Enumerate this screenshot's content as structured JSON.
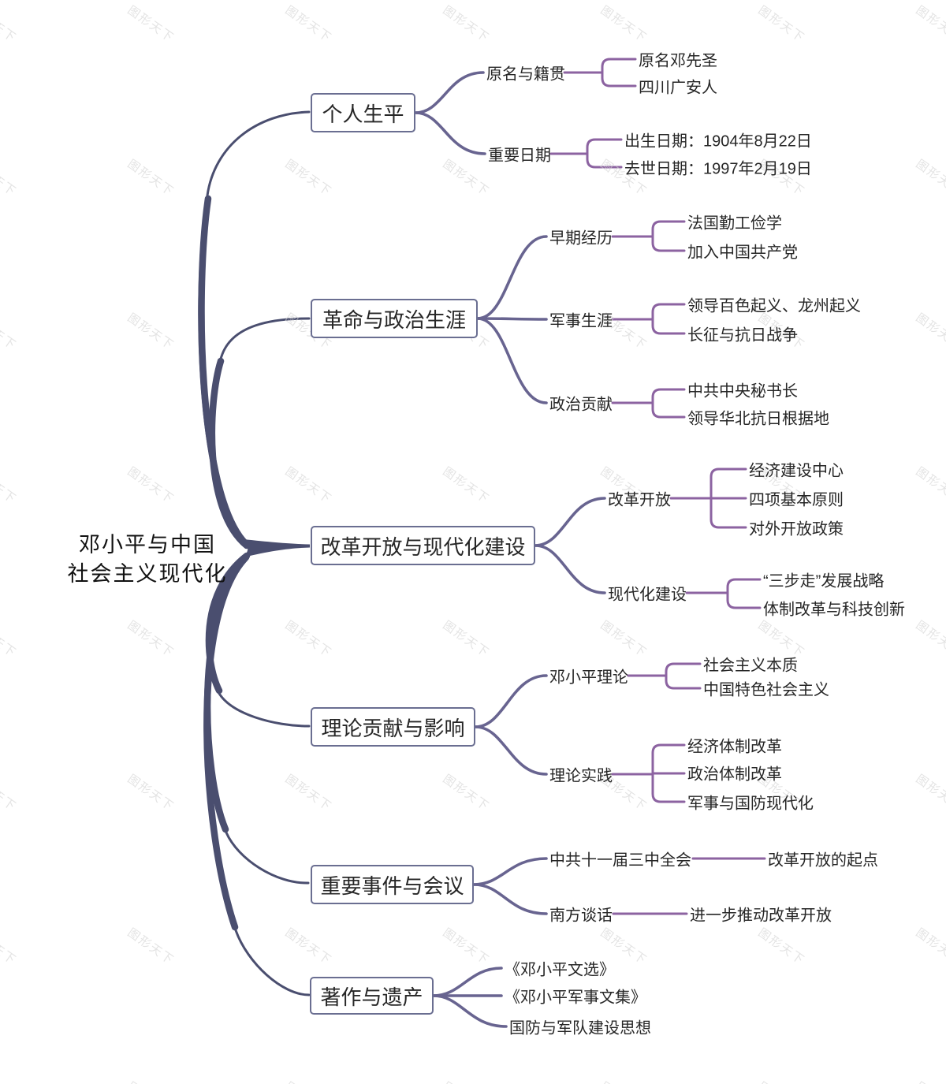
{
  "watermark": {
    "text": "图形天下"
  },
  "root": {
    "label": "邓小平与中国\n社会主义现代化"
  },
  "branches": [
    {
      "label": "个人生平",
      "children": [
        {
          "label": "原名与籍贯",
          "children": [
            {
              "label": "原名邓先圣"
            },
            {
              "label": "四川广安人"
            }
          ]
        },
        {
          "label": "重要日期",
          "children": [
            {
              "label": "出生日期：1904年8月22日"
            },
            {
              "label": "去世日期：1997年2月19日"
            }
          ]
        }
      ]
    },
    {
      "label": "革命与政治生涯",
      "children": [
        {
          "label": "早期经历",
          "children": [
            {
              "label": "法国勤工俭学"
            },
            {
              "label": "加入中国共产党"
            }
          ]
        },
        {
          "label": "军事生涯",
          "children": [
            {
              "label": "领导百色起义、龙州起义"
            },
            {
              "label": "长征与抗日战争"
            }
          ]
        },
        {
          "label": "政治贡献",
          "children": [
            {
              "label": "中共中央秘书长"
            },
            {
              "label": "领导华北抗日根据地"
            }
          ]
        }
      ]
    },
    {
      "label": "改革开放与现代化建设",
      "children": [
        {
          "label": "改革开放",
          "children": [
            {
              "label": "经济建设中心"
            },
            {
              "label": "四项基本原则"
            },
            {
              "label": "对外开放政策"
            }
          ]
        },
        {
          "label": "现代化建设",
          "children": [
            {
              "label": "“三步走”发展战略"
            },
            {
              "label": "体制改革与科技创新"
            }
          ]
        }
      ]
    },
    {
      "label": "理论贡献与影响",
      "children": [
        {
          "label": "邓小平理论",
          "children": [
            {
              "label": "社会主义本质"
            },
            {
              "label": "中国特色社会主义"
            }
          ]
        },
        {
          "label": "理论实践",
          "children": [
            {
              "label": "经济体制改革"
            },
            {
              "label": "政治体制改革"
            },
            {
              "label": "军事与国防现代化"
            }
          ]
        }
      ]
    },
    {
      "label": "重要事件与会议",
      "children": [
        {
          "label": "中共十一届三中全会",
          "children": [
            {
              "label": "改革开放的起点"
            }
          ]
        },
        {
          "label": "南方谈话",
          "children": [
            {
              "label": "进一步推动改革开放"
            }
          ]
        }
      ]
    },
    {
      "label": "著作与遗产",
      "children": [
        {
          "label": "《邓小平文选》"
        },
        {
          "label": "《邓小平军事文集》"
        },
        {
          "label": "国防与军队建设思想"
        }
      ]
    }
  ],
  "colors": {
    "trunk": "#4a4e6f",
    "branch": "#686490",
    "bracket": "#8c63a1",
    "box_border": "#6a6e91",
    "text": "#262626",
    "watermark": "#d2d2d2"
  }
}
